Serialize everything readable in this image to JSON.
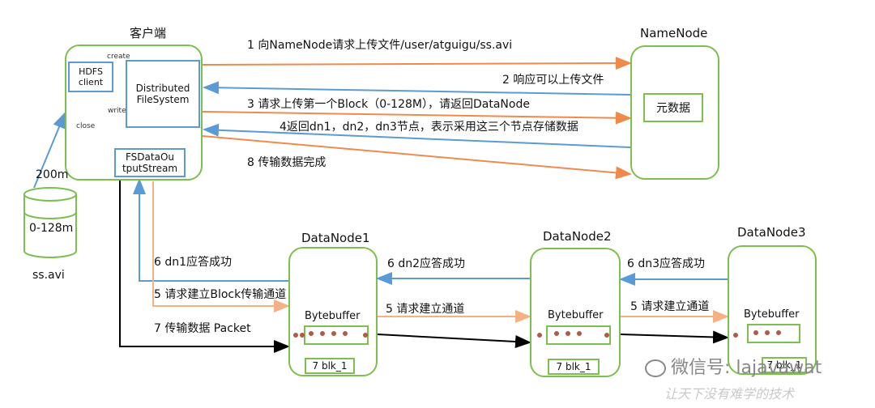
{
  "client": {
    "title": "客户端",
    "hdfs_client": "HDFS\nclient",
    "distributed_fs": "Distributed\nFileSystem",
    "fsdataoutput": "FSDataOu\ntputStream",
    "create_label": "create",
    "write_label": "write",
    "close_label": "close"
  },
  "file": {
    "size_label": "200m",
    "block_label": "0-128m",
    "name": "ss.avi"
  },
  "namenode": {
    "title": "NameNode",
    "metadata": "元数据"
  },
  "datanodes": [
    {
      "title": "DataNode1",
      "buffer": "Bytebuffer",
      "block": "7 blk_1"
    },
    {
      "title": "DataNode2",
      "buffer": "Bytebuffer",
      "block": "7 blk_1"
    },
    {
      "title": "DataNode3",
      "buffer": "Bytebuffer",
      "block": "7 blk_1"
    }
  ],
  "messages": {
    "m1": "1 向NameNode请求上传文件/user/atguigu/ss.avi",
    "m2": "2 响应可以上传文件",
    "m3": "3 请求上传第一个Block（0-128M），请返回DataNode",
    "m4": "4返回dn1，dn2，dn3节点，表示采用这三个节点存储数据",
    "m8": "8 传输数据完成",
    "dn1_ack": "6 dn1应答成功",
    "dn1_req": "5 请求建立Block传输通道",
    "transfer": "7 传输数据  Packet",
    "dn2_ack": "6 dn2应答成功",
    "dn2_req": "5 请求建立通道",
    "dn3_ack": "6 dn3应答成功",
    "dn3_req": "5 请求建立通道"
  },
  "watermark": {
    "text": "微信号: lajavawat",
    "sub": "让天下没有难学的技术"
  },
  "colors": {
    "green": "#7dbf4e",
    "blue": "#5b9bd5",
    "orange": "#f08a4b",
    "peach": "#f4b183",
    "black": "#000000"
  }
}
